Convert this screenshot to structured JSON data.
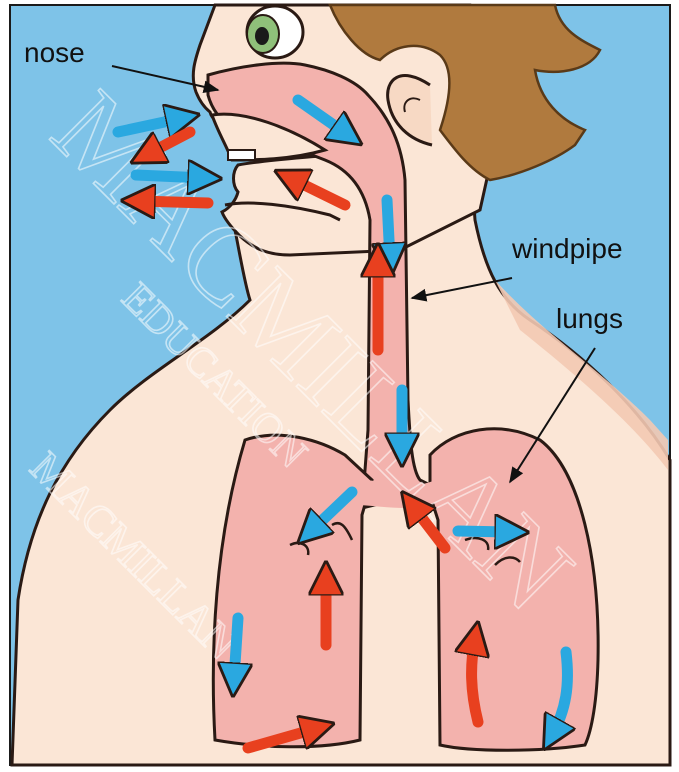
{
  "labels": {
    "nose": "nose",
    "windpipe": "windpipe",
    "lungs": "lungs"
  },
  "watermark": {
    "big": "MACMILLAN",
    "small": "EDUCATION",
    "second": "MACMILLAN"
  },
  "colors": {
    "sky": "#7ec3e8",
    "skin": "#fbe6d6",
    "skin_shadow": "#f3c9b2",
    "airway": "#f3b2ad",
    "hair": "#b07a3e",
    "eye_iris": "#8fc07a",
    "arrow_in": "#2aa8e0",
    "arrow_out": "#e8401f",
    "outline": "#2a1a14"
  }
}
